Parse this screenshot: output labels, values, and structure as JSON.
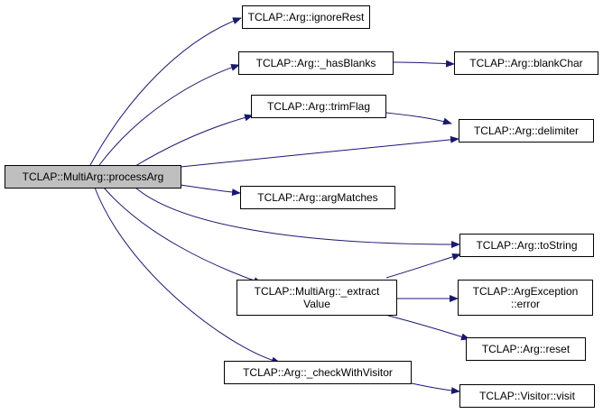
{
  "graph": {
    "root": "TCLAP::MultiArg::processArg",
    "nodes": {
      "processArg": "TCLAP::MultiArg::processArg",
      "ignoreRest": "TCLAP::Arg::ignoreRest",
      "hasBlanks": "TCLAP::Arg::_hasBlanks",
      "blankChar": "TCLAP::Arg::blankChar",
      "trimFlag": "TCLAP::Arg::trimFlag",
      "delimiter": "TCLAP::Arg::delimiter",
      "argMatches": "TCLAP::Arg::argMatches",
      "toString": "TCLAP::Arg::toString",
      "extractValue": "TCLAP::MultiArg::_extract\nValue",
      "argExceptionError": "TCLAP::ArgException\n::error",
      "reset": "TCLAP::Arg::reset",
      "checkWithVisitor": "TCLAP::Arg::_checkWithVisitor",
      "visit": "TCLAP::Visitor::visit"
    },
    "edges": [
      [
        "processArg",
        "ignoreRest"
      ],
      [
        "processArg",
        "hasBlanks"
      ],
      [
        "processArg",
        "trimFlag"
      ],
      [
        "processArg",
        "delimiter"
      ],
      [
        "processArg",
        "argMatches"
      ],
      [
        "processArg",
        "toString"
      ],
      [
        "processArg",
        "extractValue"
      ],
      [
        "processArg",
        "checkWithVisitor"
      ],
      [
        "hasBlanks",
        "blankChar"
      ],
      [
        "trimFlag",
        "delimiter"
      ],
      [
        "extractValue",
        "toString"
      ],
      [
        "extractValue",
        "argExceptionError"
      ],
      [
        "extractValue",
        "reset"
      ],
      [
        "checkWithVisitor",
        "visit"
      ]
    ],
    "colors": {
      "edge": "#191970",
      "root_fill": "#bfbfbf",
      "node_fill": "#ffffff",
      "node_border": "#000000"
    }
  }
}
